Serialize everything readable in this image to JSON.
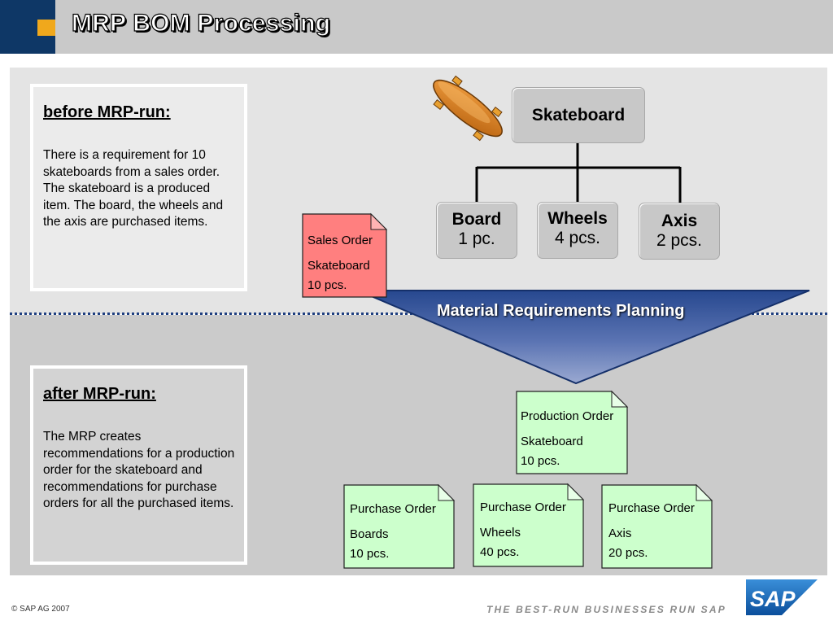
{
  "header": {
    "title": "MRP BOM Processing"
  },
  "before": {
    "heading": "before MRP-run:",
    "text": "There is a requirement for 10 skateboards from a sales order. The skateboard is a produced item. The board, the wheels and the axis are purchased items."
  },
  "after": {
    "heading": "after MRP-run:",
    "text": "The MRP creates recommendations for a production order for the skateboard and recommendations for purchase orders for all the purchased items."
  },
  "bom": {
    "root": "Skateboard",
    "children": [
      {
        "name": "Board",
        "qty": "1 pc."
      },
      {
        "name": "Wheels",
        "qty": "4 pcs."
      },
      {
        "name": "Axis",
        "qty": "2 pcs."
      }
    ]
  },
  "mrp_label": "Material Requirements Planning",
  "sales_order": {
    "type": "Sales Order",
    "item": "Skateboard",
    "qty": "10 pcs."
  },
  "production_order": {
    "type": "Production Order",
    "item": "Skateboard",
    "qty": "10 pcs."
  },
  "purchase_orders": [
    {
      "type": "Purchase Order",
      "item": "Boards",
      "qty": "10 pcs."
    },
    {
      "type": "Purchase Order",
      "item": "Wheels",
      "qty": "40 pcs."
    },
    {
      "type": "Purchase Order",
      "item": "Axis",
      "qty": "20 pcs."
    }
  ],
  "colors": {
    "header_navy": "#0e3766",
    "header_accent": "#f0a81c",
    "sales_order_fill": "#ff7f7f",
    "order_note_fill": "#ccffcc",
    "mrp_funnel": "#1f3f80",
    "skateboard_deck": "#d9801e"
  },
  "icons": {
    "skateboard": "skateboard-icon",
    "logo": "sap-logo"
  },
  "footer": {
    "copyright": "©   SAP AG 2007",
    "tagline": "THE BEST-RUN BUSINESSES RUN SAP",
    "logo_text": "SAP"
  }
}
